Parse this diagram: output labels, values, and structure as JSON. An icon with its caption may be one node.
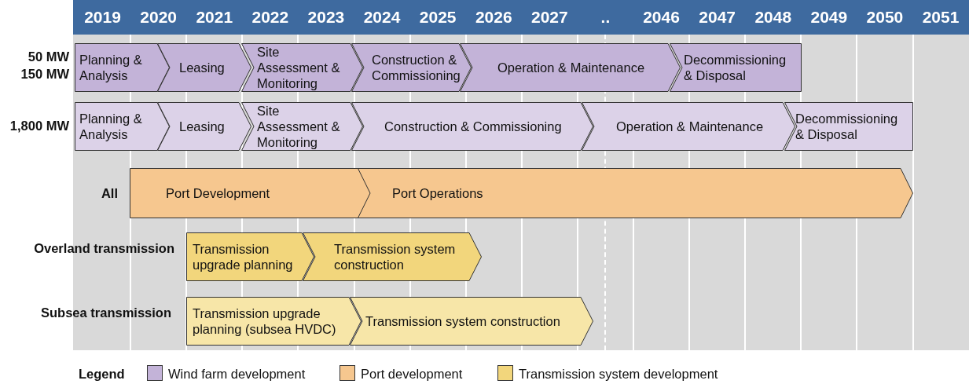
{
  "diagram": {
    "nodes": [
      {
        "text": [
          "Planning & Analysis"
        ]
      },
      {
        "text": [
          "Leasing"
        ]
      },
      {
        "text": [
          "Site Assessment & Monitoring"
        ]
      },
      {
        "text": [
          "Construction & Commissioning"
        ]
      },
      {
        "text": [
          "Operation & Maintenance"
        ]
      },
      {
        "text": [
          "Decommissioning & Disposal"
        ]
      },
      {
        "text": [
          "Planning & Analysis"
        ]
      },
      {
        "text": [
          "Leasing"
        ]
      },
      {
        "text": [
          "Site Assessment & Monitoring"
        ]
      },
      {
        "text": [
          "Construction & Commissioning"
        ]
      },
      {
        "text": [
          "Operation & Maintenance"
        ]
      },
      {
        "text": [
          "Decommissioning & Disposal"
        ]
      },
      {
        "text": [
          "Port Development"
        ]
      },
      {
        "text": [
          "Port Operations"
        ]
      },
      {
        "text": [
          "Transmission upgrade planning"
        ]
      },
      {
        "text": [
          "Transmission system construction"
        ]
      },
      {
        "text": [
          "Transmission upgrade planning (subsea HVDC)"
        ]
      },
      {
        "text": [
          "Transmission system construction"
        ]
      }
    ],
    "labels": [
      "2019",
      "2020",
      "2021",
      "2022",
      "2023",
      "2024",
      "2025",
      "2026",
      "2027",
      "..",
      "2046",
      "2047",
      "2048",
      "2049",
      "2050",
      "2051",
      "50 MW",
      "150 MW",
      "1,800 MW",
      "All",
      "Overland transmission",
      "Subsea transmission",
      "Legend"
    ],
    "legend": [
      {
        "text": "Wind farm development",
        "color": "#c3b3d8"
      },
      {
        "text": "Port development",
        "color": "#f6c78f"
      },
      {
        "text": "Transmission system development",
        "color": "#f2d67c"
      }
    ]
  }
}
